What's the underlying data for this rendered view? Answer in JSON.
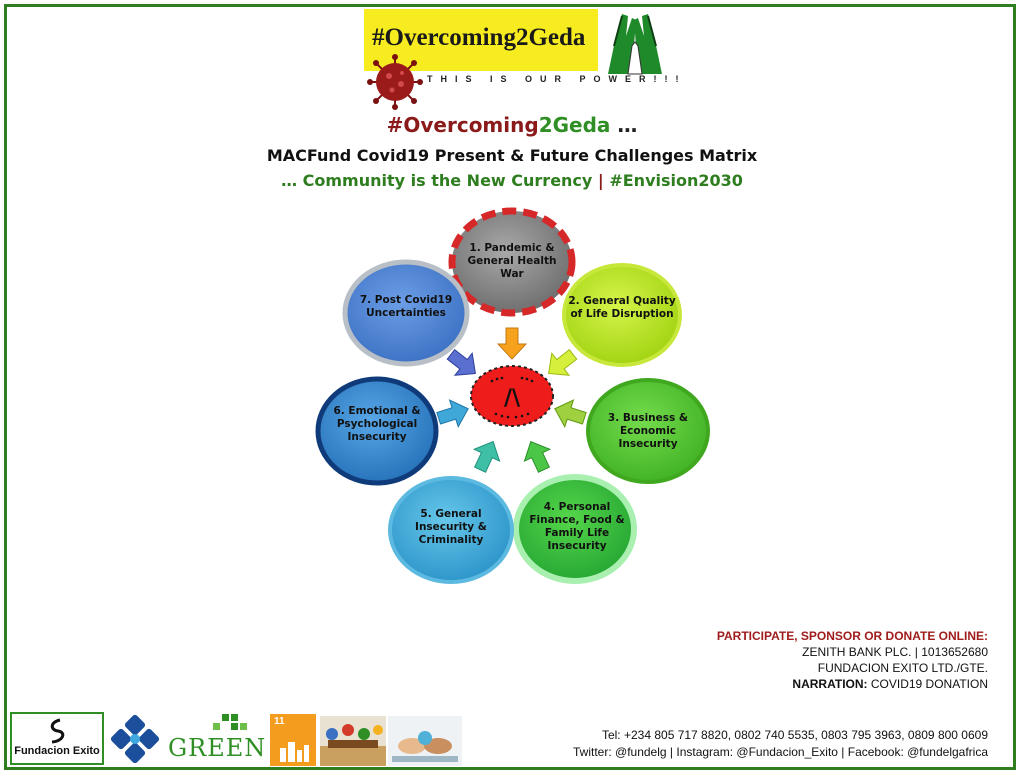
{
  "header": {
    "banner_title": "#Overcoming2Geda",
    "tagline": "THIS IS OUR POWER!!!",
    "virus_icon": "coronavirus-icon",
    "hands_icon": "raised-hands-icon"
  },
  "headline": {
    "line1_part1": "#Overcoming",
    "line1_part2": "2Geda",
    "line1_part3": " …",
    "line2": "MACFund Covid19 Present & Future Challenges Matrix",
    "line3_part1": "… Community is the New Currency ",
    "line3_sep": "| ",
    "line3_part2": "#Envision2030"
  },
  "diagram": {
    "center_symbol": "/\\",
    "nodes": [
      {
        "label": "1. Pandemic & General Health War",
        "color": "#8a8a8a"
      },
      {
        "label": "2. General Quality of Life Disruption",
        "color": "#b5e61d"
      },
      {
        "label": "3. Business & Economic Insecurity",
        "color": "#4cc62c"
      },
      {
        "label": "4. Personal Finance, Food & Family Life Insecurity",
        "color": "#2fb52f"
      },
      {
        "label": "5. General Insecurity & Criminality",
        "color": "#3aa9d6"
      },
      {
        "label": "6. Emotional & Psychological Insecurity",
        "color": "#2f86c9"
      },
      {
        "label": "7. Post Covid19 Uncertainties",
        "color": "#4a86d4"
      }
    ]
  },
  "donate": {
    "heading": "PARTICIPATE, SPONSOR OR DONATE ONLINE:",
    "bank": "ZENITH BANK PLC. | 1013652680",
    "account_name": "FUNDACION EXITO LTD./GTE.",
    "narration_label": "NARRATION:",
    "narration_value": " COVID19 DONATION"
  },
  "contact": {
    "tel": "Tel: +234 805 717 8820, 0802 740 5535, 0803 795 3963, 0809 800 0609",
    "social": "Twitter: @fundelg | Instagram: @Fundacion_Exito | Facebook: @fundelgafrica"
  },
  "logos": {
    "fundacion": "Fundacion Exito",
    "green": "GREEN",
    "sdg_number": "11"
  }
}
